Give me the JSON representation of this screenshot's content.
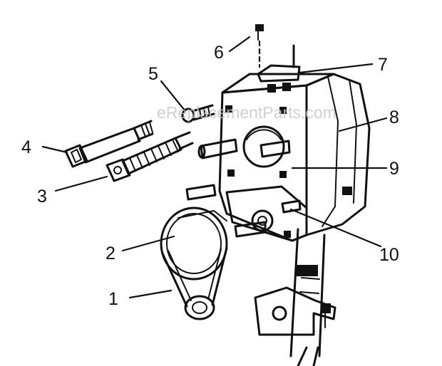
{
  "diagram": {
    "watermark": "eReplacementParts.com",
    "callouts": [
      "1",
      "2",
      "3",
      "4",
      "5",
      "6",
      "7",
      "8",
      "9",
      "10"
    ]
  }
}
